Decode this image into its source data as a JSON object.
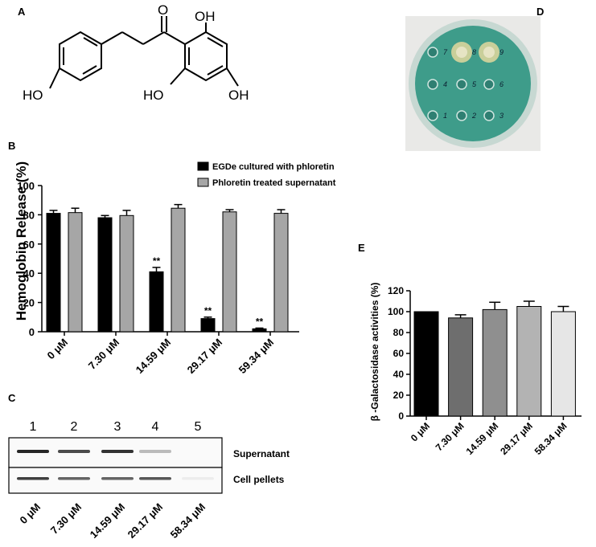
{
  "panels": {
    "a": "A",
    "b": "B",
    "c": "C",
    "d": "D",
    "e": "E"
  },
  "structure": {
    "atom_o": "O",
    "oh_top": "OH",
    "ho_left": "HO",
    "ho_bottom": "HO",
    "oh_right": "OH"
  },
  "plate": {
    "spot_labels": [
      "7",
      "4",
      "1",
      "8",
      "5",
      "2",
      "9",
      "6",
      "3"
    ],
    "colors": {
      "agar": "#3e9c8a",
      "halo": "#c9cf9a",
      "rim": "#c7d8d2"
    }
  },
  "blot": {
    "lanes": [
      "1",
      "2",
      "3",
      "4",
      "5"
    ],
    "rows": [
      "Supernatant",
      "Cell pellets"
    ],
    "concentrations": [
      "0 μM",
      "7.30 μM",
      "14.59 μM",
      "29.17 μM",
      "58.34 μM"
    ]
  },
  "chart_data": [
    {
      "type": "bar",
      "categories": [
        "0 μM",
        "7.30 μM",
        "14.59 μM",
        "29.17 μM",
        "59.34 μM"
      ],
      "series": [
        {
          "name": "EGDe cultured with phloretin",
          "values": [
            81,
            78,
            41,
            9,
            2
          ],
          "errors": [
            2,
            1.5,
            3,
            1,
            0.5
          ],
          "color": "#000000"
        },
        {
          "name": "Phloretin treated supernatant",
          "values": [
            81.5,
            79.5,
            84.5,
            82,
            81
          ],
          "errors": [
            3,
            3.5,
            2.5,
            1.5,
            2.5
          ],
          "color": "#a6a6a6"
        }
      ],
      "annotations": [
        "",
        "",
        "**",
        "**",
        "**"
      ],
      "ylabel": "Hemoglobin Release (%)",
      "ylim": [
        0,
        100
      ],
      "yticks": [
        0,
        20,
        40,
        60,
        80,
        100
      ],
      "legend": "top-right"
    },
    {
      "type": "bar",
      "categories": [
        "0 μM",
        "7.30 μM",
        "14.59 μM",
        "29.17 μM",
        "58.34 μM"
      ],
      "values": [
        100,
        94,
        102,
        105,
        100
      ],
      "errors": [
        0,
        3,
        7,
        5,
        5
      ],
      "colors": [
        "#000000",
        "#6e6e6e",
        "#8f8f8f",
        "#b3b3b3",
        "#e6e6e6"
      ],
      "ylabel": "β -Galactosidase activities (%)",
      "ylim": [
        0,
        120
      ],
      "yticks": [
        0,
        20,
        40,
        60,
        80,
        100,
        120
      ]
    }
  ]
}
